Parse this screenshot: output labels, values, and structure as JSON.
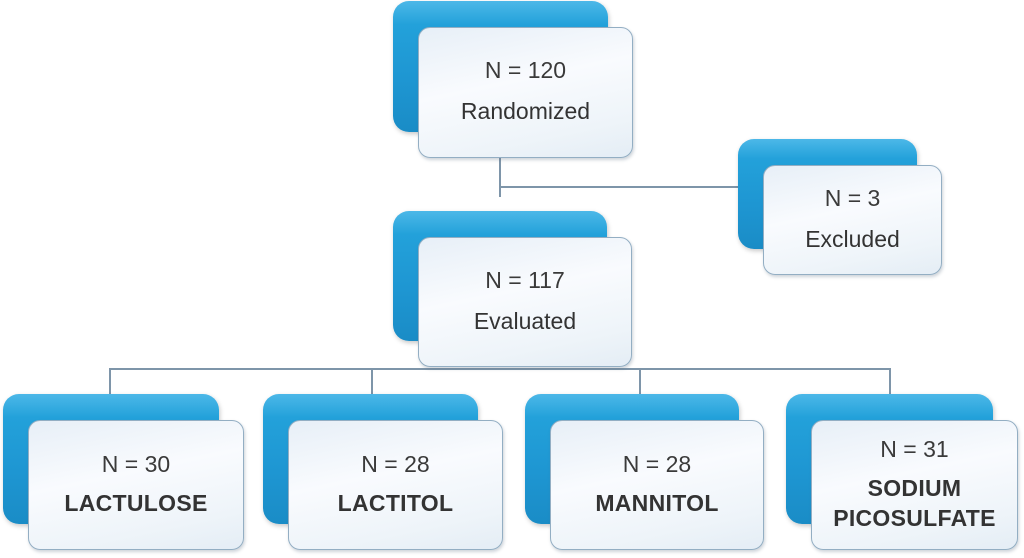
{
  "diagram": {
    "type": "randomization-flowchart",
    "colors": {
      "box_accent_blue": "#1e96d2",
      "front_panel_fill": "#f0f5fa",
      "front_panel_border": "#93aec3",
      "connector": "#7e95a9",
      "text": "#3a3a3a"
    },
    "nodes": {
      "randomized": {
        "n": "N = 120",
        "label": "Randomized"
      },
      "excluded": {
        "n": "N = 3",
        "label": "Excluded"
      },
      "evaluated": {
        "n": "N = 117",
        "label": "Evaluated"
      },
      "lactulose": {
        "n": "N = 30",
        "label": "LACTULOSE"
      },
      "lactitol": {
        "n": "N = 28",
        "label": "LACTITOL"
      },
      "mannitol": {
        "n": "N = 28",
        "label": "MANNITOL"
      },
      "sodium_picosulfate": {
        "n": "N = 31",
        "label": "SODIUM PICOSULFATE"
      }
    },
    "edges": [
      "randomized -> excluded",
      "randomized -> evaluated",
      "evaluated -> lactulose",
      "evaluated -> lactitol",
      "evaluated -> mannitol",
      "evaluated -> sodium_picosulfate"
    ]
  }
}
